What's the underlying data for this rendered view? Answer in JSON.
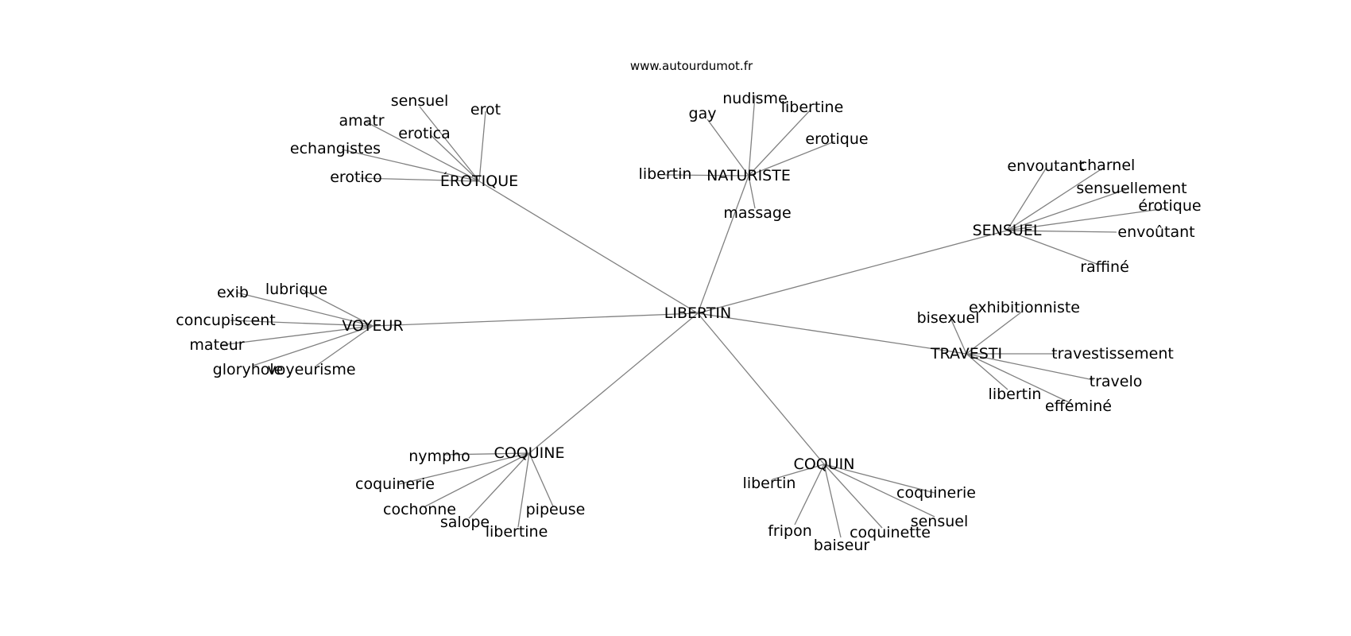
{
  "source_text": "www.autourdumot.fr",
  "graph": {
    "center": "LIBERTIN",
    "hubs": [
      {
        "label": "ÉROTIQUE",
        "leaves": [
          "sensuel",
          "erot",
          "amatr",
          "erotica",
          "echangistes",
          "erotico"
        ]
      },
      {
        "label": "NATURISTE",
        "leaves": [
          "nudisme",
          "gay",
          "libertine",
          "erotique",
          "libertin",
          "massage"
        ]
      },
      {
        "label": "SENSUEL",
        "leaves": [
          "envoutant",
          "charnel",
          "sensuellement",
          "érotique",
          "envoûtant",
          "raffiné"
        ]
      },
      {
        "label": "VOYEUR",
        "leaves": [
          "exib",
          "lubrique",
          "concupiscent",
          "mateur",
          "gloryhole",
          "voyeurisme"
        ]
      },
      {
        "label": "TRAVESTI",
        "leaves": [
          "bisexuel",
          "exhibitionniste",
          "travestissement",
          "travelo",
          "libertin",
          "efféminé"
        ]
      },
      {
        "label": "COQUINE",
        "leaves": [
          "nympho",
          "coquinerie",
          "cochonne",
          "salope",
          "libertine",
          "pipeuse"
        ]
      },
      {
        "label": "COQUIN",
        "leaves": [
          "libertin",
          "coquinerie",
          "sensuel",
          "fripon",
          "coquinette",
          "baiseur"
        ]
      }
    ]
  },
  "colors": {
    "edge": "#808080",
    "text": "#000000",
    "background": "#ffffff"
  }
}
